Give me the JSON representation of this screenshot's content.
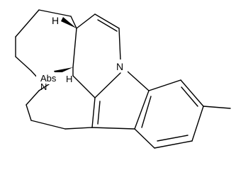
{
  "structure": {
    "atoms": {
      "N_left": "N",
      "N_right": "N",
      "H_top": "H",
      "H_mid": "H",
      "abs_label": "Abs"
    }
  }
}
